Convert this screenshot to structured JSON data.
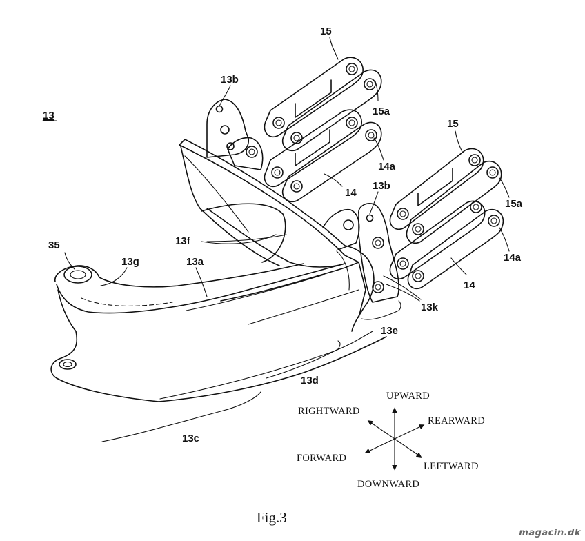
{
  "figure": {
    "caption": "Fig.3",
    "title_ref": "13",
    "labels": {
      "l35": "35",
      "l13g": "13g",
      "l13a": "13a",
      "l13f": "13f",
      "l13b_top": "13b",
      "l13b_right": "13b",
      "l15_left": "15",
      "l15a_left": "15a",
      "l14a_left": "14a",
      "l14_left": "14",
      "l15_right": "15",
      "l15a_right": "15a",
      "l14a_right": "14a",
      "l14_right": "14",
      "l13k": "13k",
      "l13e": "13e",
      "l13d": "13d",
      "l13c": "13c"
    }
  },
  "directions": {
    "upward": "UPWARD",
    "downward": "DOWNWARD",
    "rightward": "RIGHTWARD",
    "leftward": "LEFTWARD",
    "rearward": "REARWARD",
    "forward": "FORWARD"
  },
  "watermark": "magacin.dk"
}
